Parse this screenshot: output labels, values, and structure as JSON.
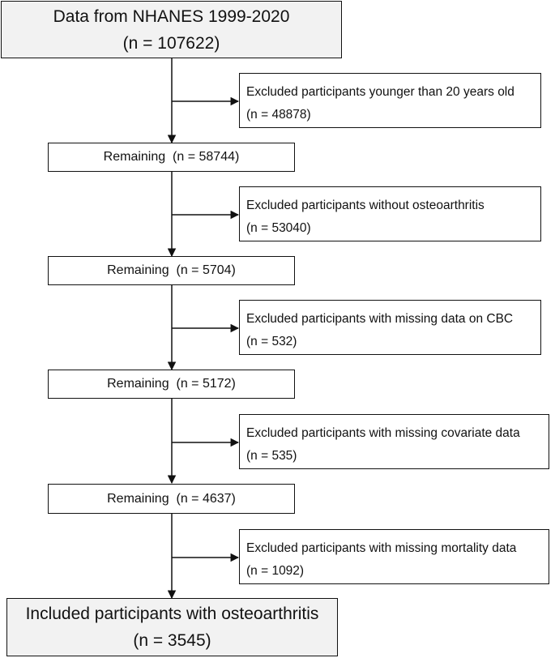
{
  "start": {
    "title": "Data from NHANES 1999-2020",
    "count": "(n = 107622)"
  },
  "steps": [
    {
      "excluded_label": "Excluded participants younger than 20 years old",
      "excluded_count": "(n = 48878)",
      "remaining": "Remaining  (n = 58744)"
    },
    {
      "excluded_label": "Excluded participants without osteoarthritis",
      "excluded_count": "(n = 53040)",
      "remaining": "Remaining  (n = 5704)"
    },
    {
      "excluded_label": "Excluded participants with missing data on CBC",
      "excluded_count": "(n = 532)",
      "remaining": "Remaining  (n = 5172)"
    },
    {
      "excluded_label": "Excluded participants with missing covariate data",
      "excluded_count": " (n = 535)",
      "remaining": "Remaining  (n = 4637)"
    },
    {
      "excluded_label": "Excluded participants with missing mortality data",
      "excluded_count": " (n = 1092)"
    }
  ],
  "final": {
    "title": "Included participants with osteoarthritis",
    "count": "(n = 3545)"
  }
}
